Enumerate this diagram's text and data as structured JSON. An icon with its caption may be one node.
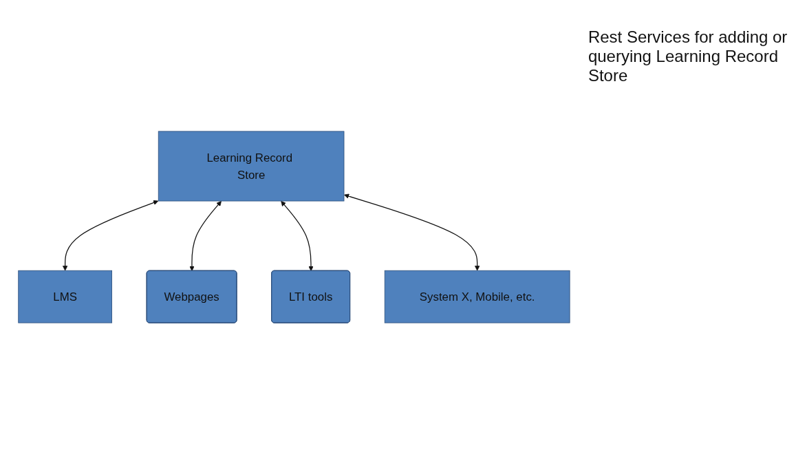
{
  "diagram": {
    "nodes": [
      {
        "text": [
          "Learning Record Store"
        ]
      },
      {
        "text": [
          "System X, Mobile, etc."
        ]
      },
      {
        "text": [
          "LMS"
        ]
      },
      {
        "text": [
          "Webpages"
        ]
      },
      {
        "text": [
          "LTI tools"
        ]
      }
    ],
    "edges": [
      {
        "from": 0,
        "to": 2,
        "arrow": "both"
      },
      {
        "from": 0,
        "to": 3,
        "arrow": "both"
      },
      {
        "from": 0,
        "to": 4,
        "arrow": "both"
      },
      {
        "from": 0,
        "to": 1,
        "arrow": "both"
      }
    ],
    "labels": [
      "Rest Services for adding or querying Learning Record Store"
    ]
  }
}
